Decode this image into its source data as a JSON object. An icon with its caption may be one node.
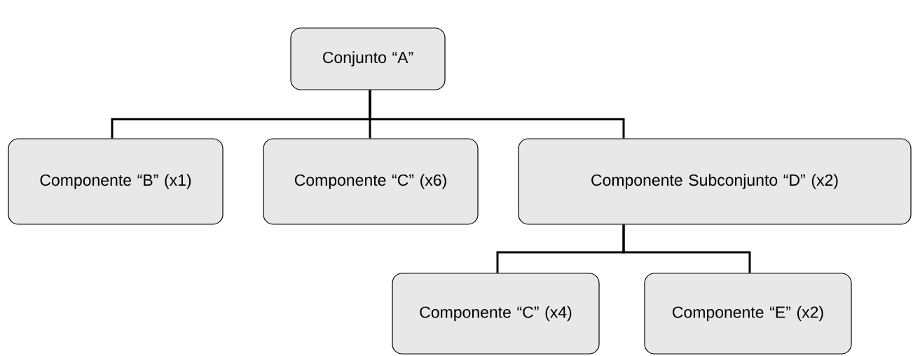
{
  "diagram": {
    "nodes": [
      {
        "text": [
          "Conjunto “A”"
        ]
      },
      {
        "text": [
          "Componente “B” (x1)"
        ]
      },
      {
        "text": [
          "Componente “C” (x6)"
        ]
      },
      {
        "text": [
          "Componente Subconjunto “D” (x2)"
        ]
      },
      {
        "text": [
          "Componente “C” (x4)"
        ]
      },
      {
        "text": [
          "Componente “E” (x2)"
        ]
      }
    ],
    "edges": [
      {
        "from": 0,
        "to": 1,
        "arrow": "none"
      },
      {
        "from": 0,
        "to": 2,
        "arrow": "none"
      },
      {
        "from": 0,
        "to": 3,
        "arrow": "none"
      },
      {
        "from": 3,
        "to": 4,
        "arrow": "none"
      },
      {
        "from": 3,
        "to": 5,
        "arrow": "none"
      }
    ]
  }
}
